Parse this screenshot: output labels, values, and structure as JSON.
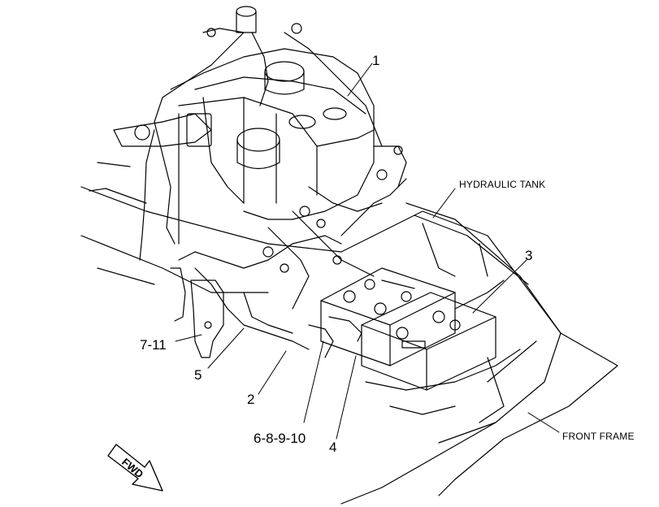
{
  "callouts": {
    "c1": "1",
    "c2": "2",
    "c3": "3",
    "c4": "4",
    "c5": "5",
    "c6": "6-8-9-10",
    "c7": "7-11"
  },
  "names": {
    "hydraulic_tank": "HYDRAULIC TANK",
    "front_frame": "FRONT FRAME"
  },
  "fwd": "FWD"
}
